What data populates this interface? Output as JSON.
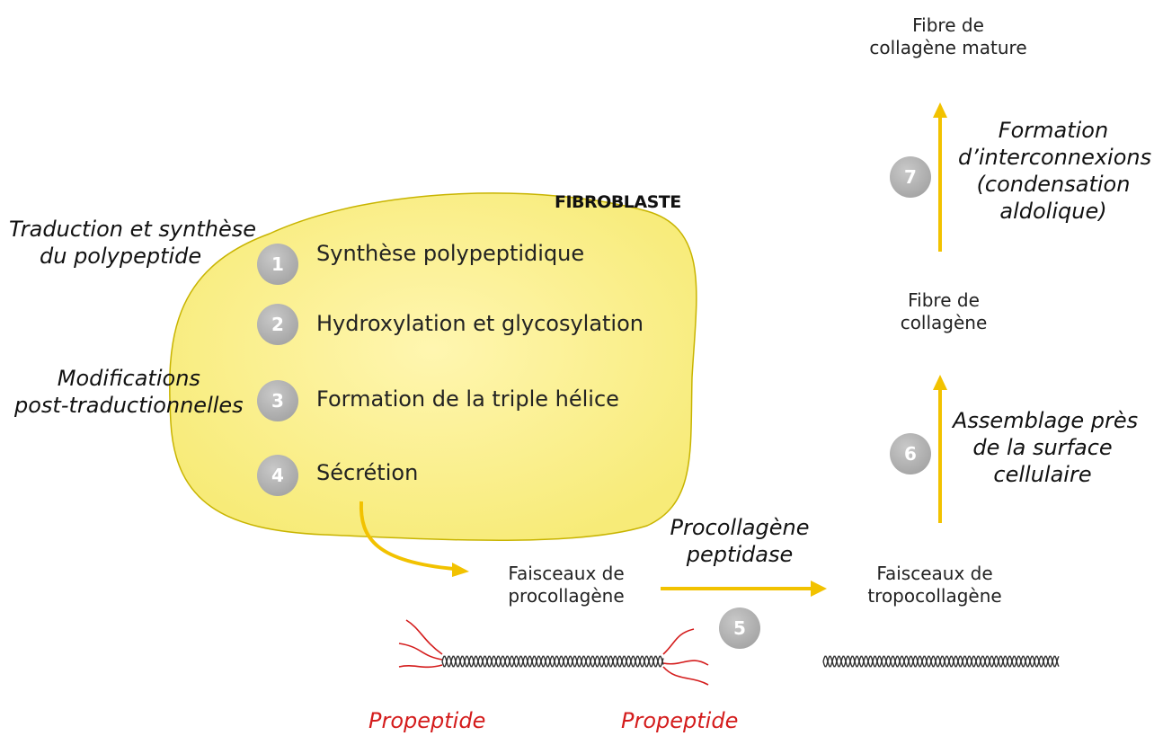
{
  "title": "FIBROBLASTE",
  "side_labels": {
    "translation": [
      "Traduction et synthèse",
      "du polypeptide"
    ],
    "modifications": [
      "Modifications",
      "post-traductionnelles"
    ]
  },
  "steps": [
    {
      "number": "1",
      "label": "Synthèse polypeptidique"
    },
    {
      "number": "2",
      "label": "Hydroxylation et glycosylation"
    },
    {
      "number": "3",
      "label": "Formation de la triple hélice"
    },
    {
      "number": "4",
      "label": "Sécrétion"
    },
    {
      "number": "5"
    },
    {
      "number": "6"
    },
    {
      "number": "7"
    }
  ],
  "nodes": {
    "procollagen": [
      "Faisceaux de",
      "procollagène"
    ],
    "tropocollagen": [
      "Faisceaux de",
      "tropocollagène"
    ],
    "fiber": [
      "Fibre de",
      "collagène"
    ],
    "mature_fiber": [
      "Fibre de",
      "collagène mature"
    ]
  },
  "processes": {
    "peptidase": [
      "Procollagène",
      "peptidase"
    ],
    "assembly": [
      "Assemblage près",
      "de la surface",
      "cellulaire"
    ],
    "crosslink": [
      "Formation",
      "d’interconnexions",
      "(condensation",
      "aldolique)"
    ]
  },
  "propeptide_left": "Propeptide",
  "propeptide_right": "Propeptide",
  "colors": {
    "cell_fill": "#fbf08a",
    "cell_stroke": "#c8b400",
    "arrow": "#f2c200",
    "propeptide": "#d41c1c",
    "step_circle": "#a8a8a8"
  }
}
